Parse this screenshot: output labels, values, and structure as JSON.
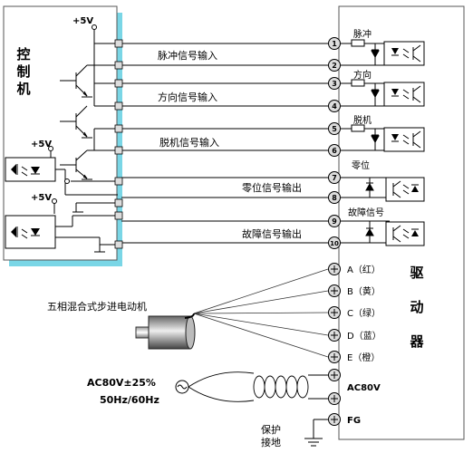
{
  "controller": {
    "label_chars": [
      "控",
      "制",
      "机"
    ]
  },
  "driver": {
    "label_chars": [
      "驱",
      "动",
      "器"
    ]
  },
  "power_labels": {
    "controller_top": "+5V",
    "left_1": "+5V",
    "left_2": "+5V"
  },
  "signal_lines": [
    {
      "label": "脉冲信号输入"
    },
    {
      "label": "方向信号输入"
    },
    {
      "label": "脱机信号输入"
    },
    {
      "label": "零位信号输出"
    },
    {
      "label": "故障信号输出"
    }
  ],
  "terminals": [
    "1",
    "2",
    "3",
    "4",
    "5",
    "6",
    "7",
    "8",
    "9",
    "10"
  ],
  "driver_circuit_labels": {
    "pulse": "脉冲",
    "direction": "方向",
    "offline": "脱机",
    "zero": "零位",
    "fault": "故障信号"
  },
  "motor": {
    "label": "五相混合式步进电动机",
    "phases": [
      "A（红）",
      "B（黄）",
      "C（绿）",
      "D（蓝）",
      "E（橙）"
    ]
  },
  "power_supply": {
    "voltage": "AC80V±25%",
    "frequency": "50Hz/60Hz",
    "terminal_label": "AC80V"
  },
  "ground": {
    "label_line1": "保护",
    "label_line2": "接地",
    "terminal_label": "FG"
  }
}
